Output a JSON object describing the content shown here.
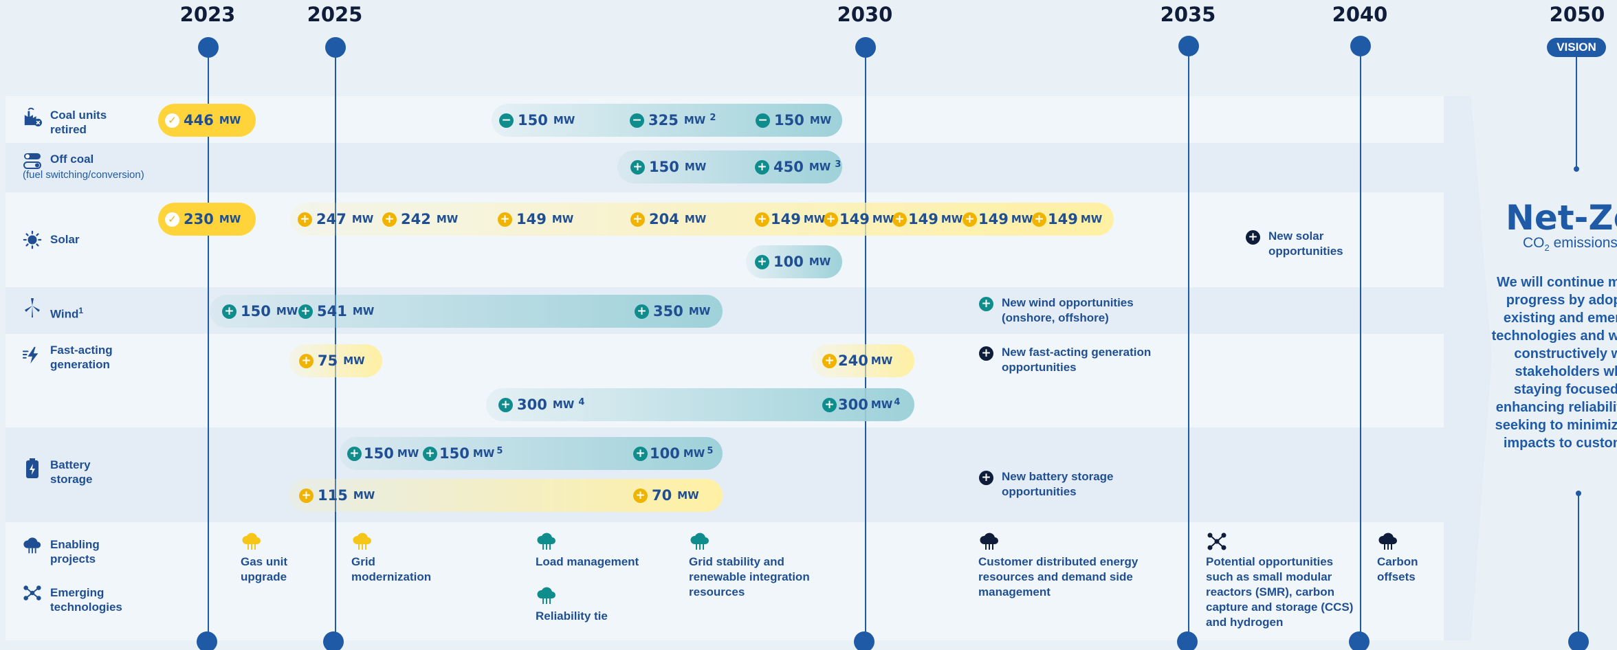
{
  "years": [
    "2023",
    "2025",
    "2030",
    "2035",
    "2040",
    "2050"
  ],
  "vision_badge": "VISION",
  "rows": {
    "coal": "Coal units retired",
    "offcoal": "Off coal",
    "offcoal_note": "(fuel switching/conversion)",
    "solar": "Solar",
    "wind": "Wind",
    "wind_note": "1",
    "fast": "Fast-acting generation",
    "battery": "Battery storage",
    "enabling": "Enabling projects",
    "emerging": "Emerging technologies"
  },
  "unit": "MW",
  "coal": {
    "retired_2023": "446",
    "a": "150",
    "b": "325",
    "b_note": "2",
    "c": "150"
  },
  "offcoal": {
    "a": "150",
    "b": "450",
    "b_note": "3"
  },
  "solar": {
    "done_2023": "230",
    "items": [
      "247",
      "242",
      "149",
      "204",
      "149",
      "149",
      "149",
      "149",
      "149"
    ],
    "extra": "100",
    "opportunity": "New solar opportunities"
  },
  "wind": {
    "a": "150",
    "b": "541",
    "c": "350",
    "opportunity": "New wind opportunities (onshore, offshore)"
  },
  "fast": {
    "a": "75",
    "b": "240",
    "c": "300",
    "c_note": "4",
    "d": "300",
    "d_note": "4",
    "opportunity": "New fast-acting generation opportunities"
  },
  "battery": {
    "a": "150",
    "b": "150",
    "b_note": "5",
    "c": "100",
    "c_note": "5",
    "d": "115",
    "e": "70",
    "opportunity": "New battery storage opportunities"
  },
  "projects": {
    "gas": "Gas unit upgrade",
    "grid_mod": "Grid modernization",
    "load": "Load management",
    "reliability": "Reliability tie",
    "grid_stab": "Grid stability and renewable integration resources",
    "customer": "Customer distributed energy resources and demand side management",
    "potential": "Potential opportunities such as small modular reactors (SMR), carbon capture and storage (CCS) and hydrogen",
    "carbon": "Carbon offsets"
  },
  "vision": {
    "title": "Net-Zero",
    "subtitle_a": "CO",
    "subtitle_sub": "2",
    "subtitle_b": " emissions",
    "text": "We will continue making progress by adopting existing and emerging technologies and working constructively with stakeholders while staying focused on enhancing reliability and seeking to minimize cost impacts to customers."
  },
  "colors": {
    "navy": "#1f5aa6",
    "gold": "#ffd43b",
    "teal": "#0f8c8c",
    "yellow_band": "#fff0a3",
    "teal_band": "#9ed1d9"
  }
}
